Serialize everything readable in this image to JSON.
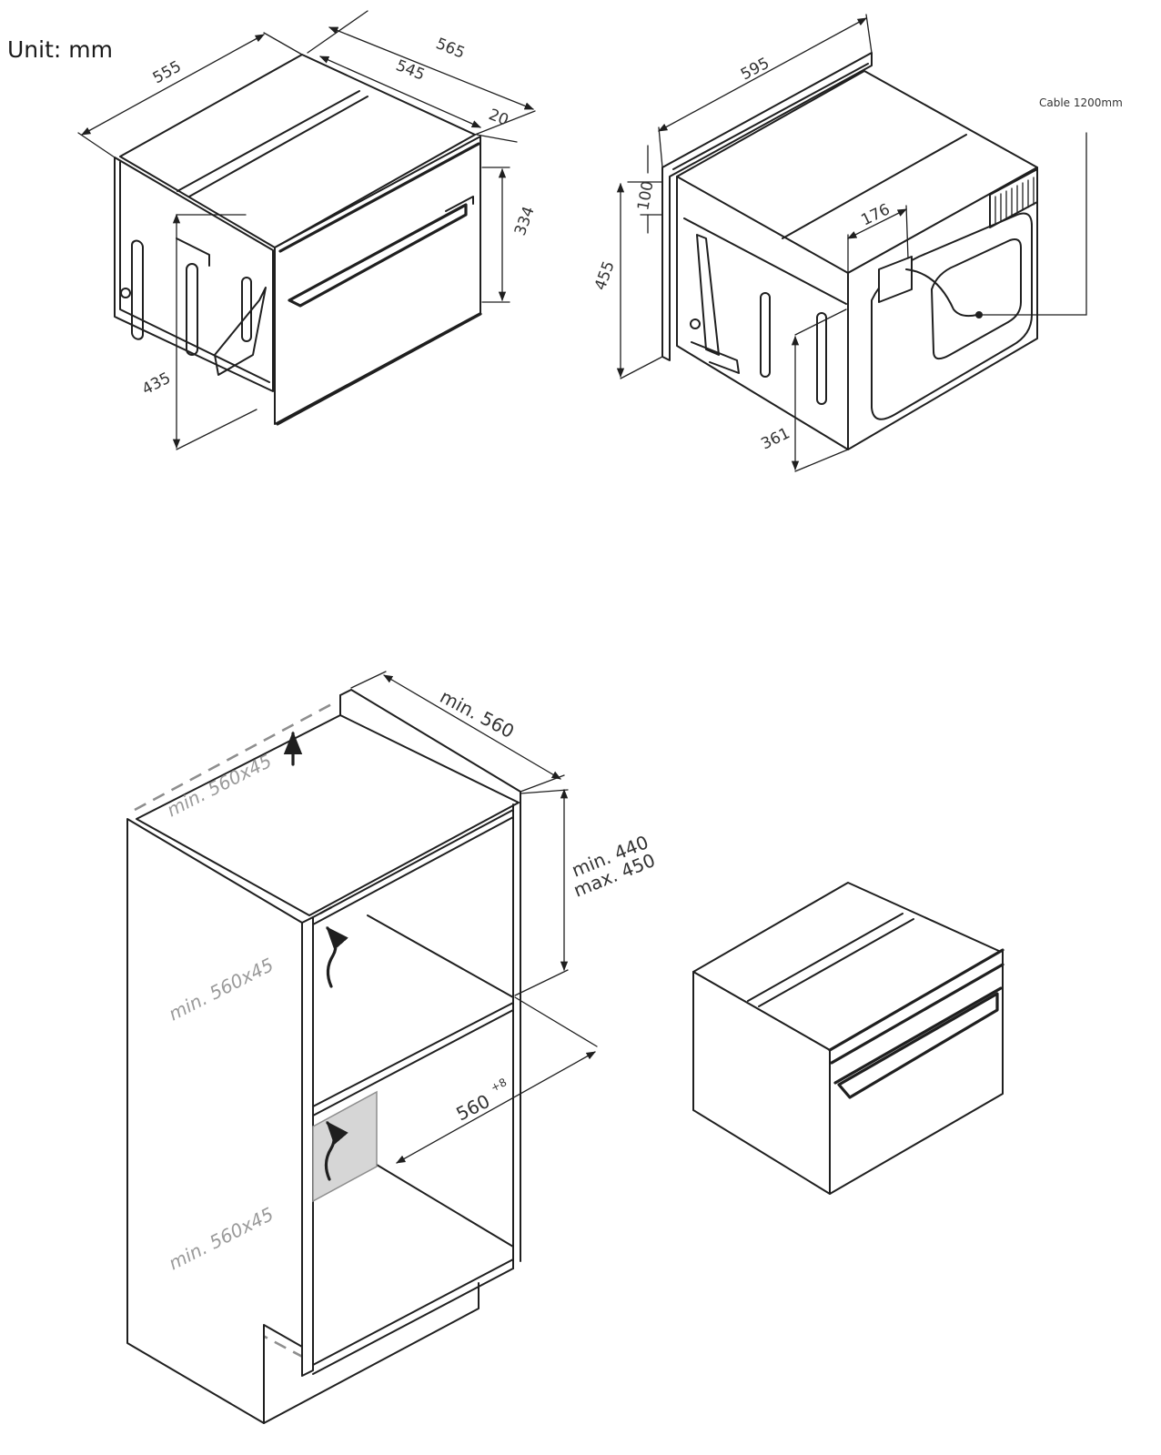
{
  "unit_label": "Unit: mm",
  "oven_front_view": {
    "width_top": "555",
    "depth_total": "565",
    "depth_body": "545",
    "front_panel_depth": "20",
    "door_height": "334",
    "body_height": "435"
  },
  "oven_rear_view": {
    "width_front": "595",
    "panel_offset": "100",
    "total_height": "455",
    "connector_offset": "176",
    "body_height": "361",
    "cable_label": "Cable 1200mm"
  },
  "cabinet": {
    "depth_min": "min. 560",
    "niche_height_min": "min. 440",
    "niche_height_max": "max. 450",
    "niche_width": "560",
    "niche_width_tolerance": "+8",
    "vent_top": "min. 560x45",
    "vent_middle": "min. 560x45",
    "vent_bottom": "min. 560x45"
  },
  "colors": {
    "line": "#1f1f1f",
    "dashed": "#8e8e8e",
    "vent_panel": "#d6d6d6"
  }
}
